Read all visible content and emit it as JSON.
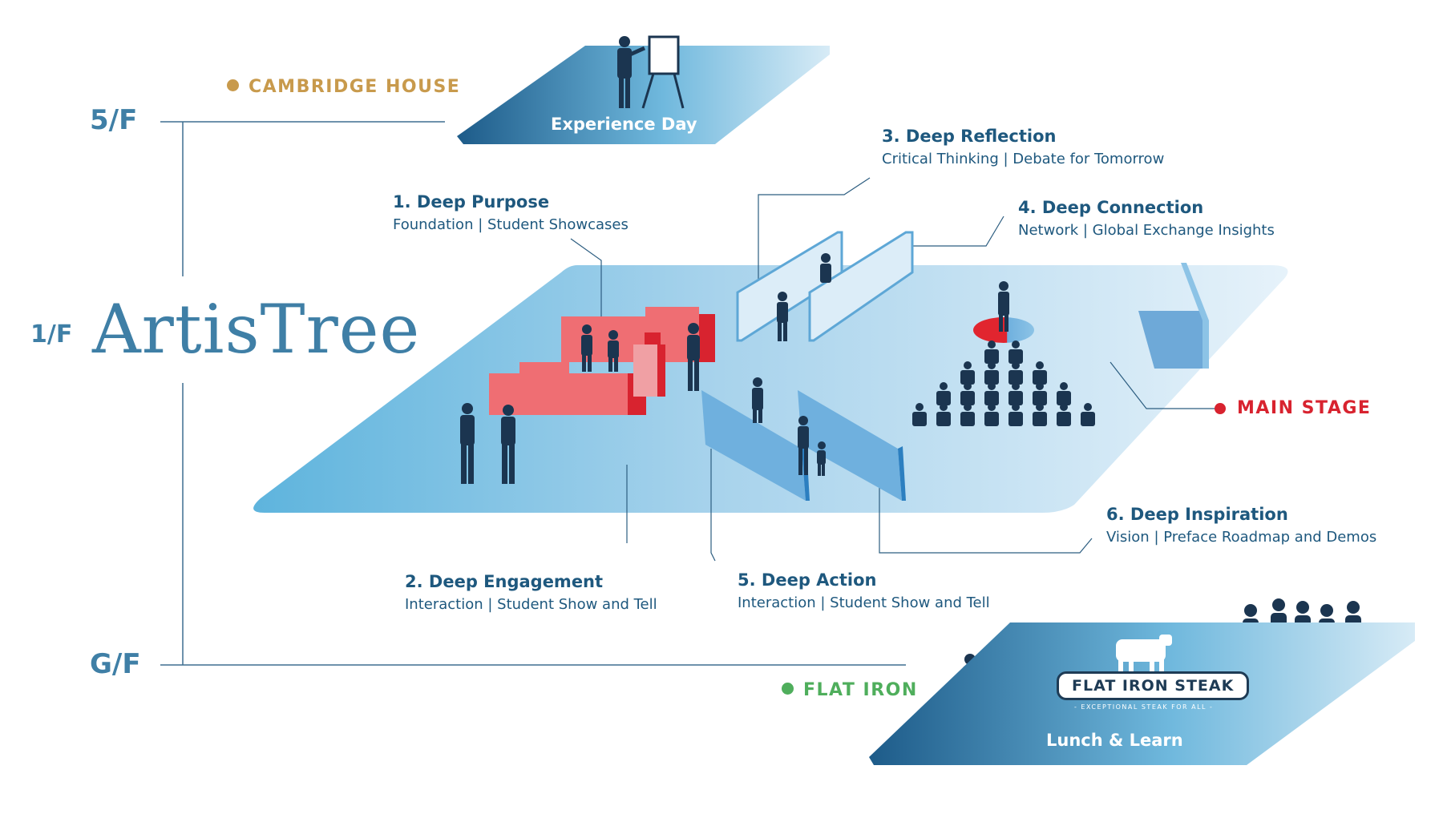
{
  "floors": {
    "top": "5/F",
    "middle": "1/F",
    "bottom": "G/F"
  },
  "brand": "ArtisTree",
  "venues": {
    "cambridge": {
      "label": "CAMBRIDGE HOUSE",
      "color": "#c89a4c"
    },
    "flat_iron": {
      "label": "FLAT IRON",
      "color": "#4fae5c"
    },
    "main_stage": {
      "label": "MAIN STAGE",
      "color": "#d8232f"
    }
  },
  "platforms": {
    "experience_day": "Experience Day",
    "lunch": "Lunch & Learn"
  },
  "restaurant_logo": {
    "name": "FLAT IRON STEAK",
    "tagline": "- EXCEPTIONAL STEAK FOR ALL -"
  },
  "steps": [
    {
      "title": "1. Deep Purpose",
      "subtitle": "Foundation | Student Showcases"
    },
    {
      "title": "2. Deep Engagement",
      "subtitle": "Interaction | Student Show and Tell"
    },
    {
      "title": "3. Deep Reflection",
      "subtitle": "Critical Thinking | Debate for Tomorrow"
    },
    {
      "title": "4. Deep Connection",
      "subtitle": "Network | Global Exchange Insights"
    },
    {
      "title": "5. Deep Action",
      "subtitle": "Interaction | Student Show and Tell"
    },
    {
      "title": "6. Deep Inspiration",
      "subtitle": "Vision | Preface Roadmap and Demos"
    }
  ],
  "colors": {
    "navy": "#1e587e",
    "floor_label": "#3f7fa6",
    "booth_red": "#ef6e73",
    "silhouette": "#1b3550"
  }
}
